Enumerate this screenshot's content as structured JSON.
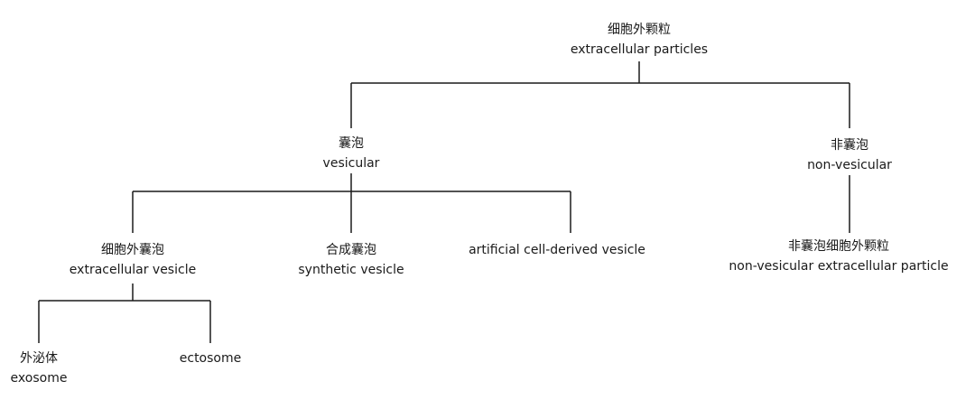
{
  "tree": {
    "root": {
      "zh": "细胞外颗粒",
      "en": "extracellular particles"
    },
    "vesicular": {
      "zh": "囊泡",
      "en": "vesicular"
    },
    "non_vesicular": {
      "zh": "非囊泡",
      "en": "non-vesicular"
    },
    "extracellular_vesicle": {
      "zh": "细胞外囊泡",
      "en": "extracellular vesicle"
    },
    "synthetic_vesicle": {
      "zh": "合成囊泡",
      "en": "synthetic vesicle"
    },
    "artificial_vesicle": {
      "en": "artificial cell-derived vesicle"
    },
    "non_vesicular_particle": {
      "zh": "非囊泡细胞外颗粒",
      "en": "non-vesicular extracellular particle"
    },
    "exosome": {
      "zh": "外泌体",
      "en": "exosome"
    },
    "ectosome": {
      "en": "ectosome"
    }
  }
}
